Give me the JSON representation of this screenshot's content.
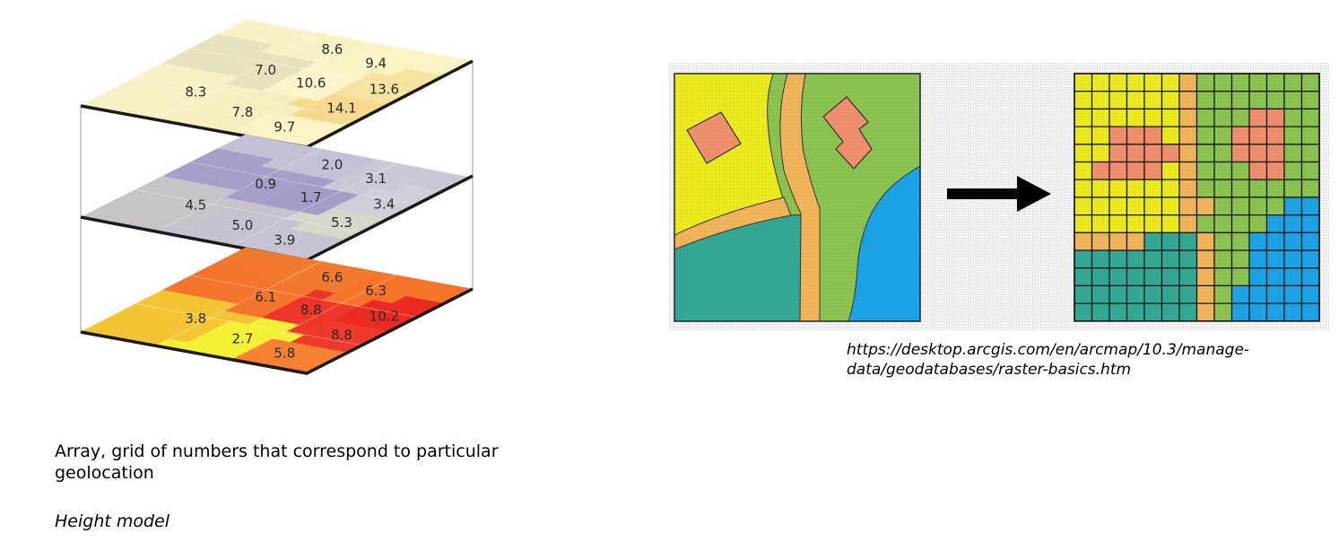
{
  "layers": [
    {
      "name": "top",
      "values": [
        "8.6",
        "9.4",
        "7.0",
        "13.6",
        "10.6",
        "8.3",
        "14.1",
        "7.8",
        "9.7"
      ]
    },
    {
      "name": "middle",
      "values": [
        "2.0",
        "3.1",
        "0.9",
        "3.4",
        "1.7",
        "4.5",
        "5.3",
        "5.0",
        "3.9"
      ]
    },
    {
      "name": "bottom",
      "values": [
        "6.6",
        "6.3",
        "6.1",
        "10.2",
        "8.8",
        "3.8",
        "8.8",
        "2.7",
        "5.8"
      ]
    }
  ],
  "colors": {
    "top_cells": [
      "#f9f2c6",
      "#fbf3c4",
      "#e6e2be",
      "#f6e3a0",
      "#fbf4cb",
      "#f8f0c5",
      "#f6d98d",
      "#f7eec0",
      "#fbf2c6"
    ],
    "middle_cells": [
      "#c4c1d6",
      "#cac8d6",
      "#a59fc9",
      "#d0cfd8",
      "#a29dc6",
      "#c6c4c9",
      "#d6d6cb",
      "#c4c1d0",
      "#c6c4d3"
    ],
    "bottom_cells": [
      "#f27a2e",
      "#f6742a",
      "#f5742e",
      "#ea2b22",
      "#ee352a",
      "#f3c535",
      "#ee3a2c",
      "#f4f033",
      "#f58231"
    ],
    "raster_yellow": "#eaea1f",
    "raster_green": "#8cc24f",
    "raster_teal": "#33a895",
    "raster_blue": "#1ba3e6",
    "raster_orange": "#f0b45a",
    "raster_building": "#ef8f6e"
  },
  "caption": {
    "url": "https://desktop.arcgis.com/en/arcmap/10.3/manage-data/geodatabases/raster-basics.htm"
  },
  "body": {
    "description": "Array, grid of numbers that correspond to particular geolocation",
    "model_label": "Height model"
  }
}
